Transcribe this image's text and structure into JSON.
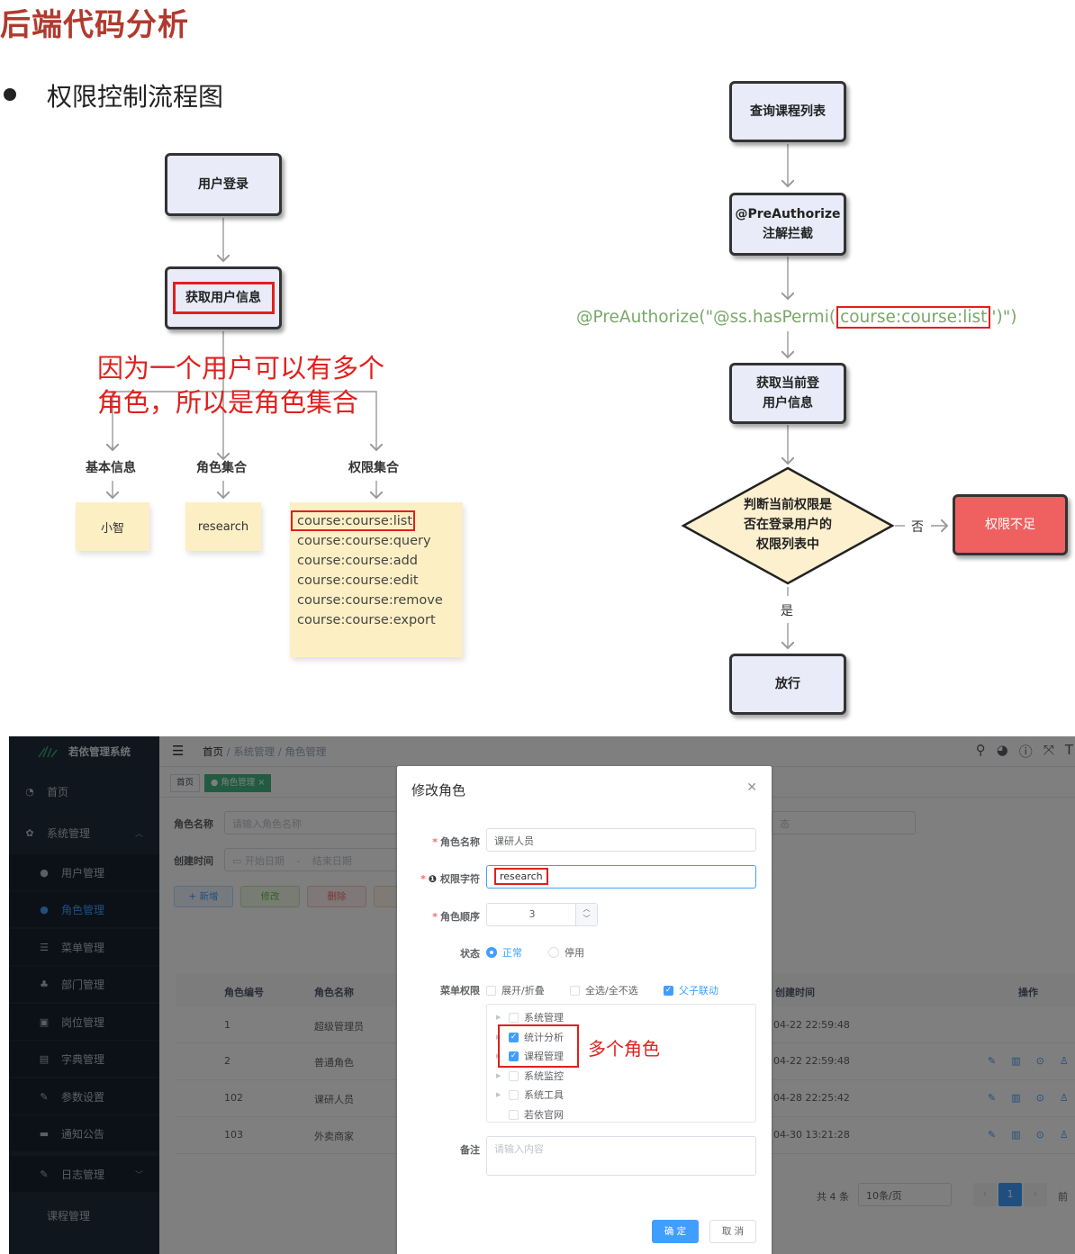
{
  "slide": {
    "title": "后端代码分析",
    "bullet": "权限控制流程图",
    "left_flow": {
      "login": "用户登录",
      "get_user_info": "获取用户信息",
      "annotation_line1": "因为一个用户可以有多个",
      "annotation_line2": "角色，所以是角色集合",
      "basic_info": "基本信息",
      "role_set": "角色集合",
      "perm_set": "权限集合",
      "user_name": "小智",
      "role_value": "research",
      "permissions": [
        "course:course:list",
        "course:course:query",
        "course:course:add",
        "course:course:edit",
        "course:course:remove",
        "course:course:export"
      ]
    },
    "right_flow": {
      "query_list": "查询课程列表",
      "pre_auth_line1": "@PreAuthorize",
      "pre_auth_line2": "注解拦截",
      "code_prefix": "@PreAuthorize(\"@ss.hasPermi(",
      "code_perm": "course:course:list",
      "code_suffix": "')\")",
      "get_current_line1": "获取当前登",
      "get_current_line2": "用户信息",
      "decision_line1": "判断当前权限是",
      "decision_line2": "否在登录用户的",
      "decision_line3": "权限列表中",
      "no_label": "否",
      "yes_label": "是",
      "denied": "权限不足",
      "allow": "放行"
    },
    "colors": {
      "title": "#b03a2e",
      "box_fill": "#e9ecf8",
      "note_fill": "#fdefc4",
      "highlight": "#e0201c",
      "code_text": "#79a86a",
      "diamond_fill": "#fdf0cf",
      "denied_fill": "#ef6161"
    }
  },
  "app": {
    "logo_text": "若依管理系统",
    "sidebar": {
      "items": [
        {
          "icon": "dashboard-icon",
          "label": "首页"
        },
        {
          "icon": "gear-icon",
          "label": "系统管理"
        },
        {
          "icon": "user-icon",
          "label": "用户管理"
        },
        {
          "icon": "peoples-icon",
          "label": "角色管理"
        },
        {
          "icon": "tree-table-icon",
          "label": "菜单管理"
        },
        {
          "icon": "tree-icon",
          "label": "部门管理"
        },
        {
          "icon": "post-icon",
          "label": "岗位管理"
        },
        {
          "icon": "dict-icon",
          "label": "字典管理"
        },
        {
          "icon": "edit-icon",
          "label": "参数设置"
        },
        {
          "icon": "message-icon",
          "label": "通知公告"
        },
        {
          "icon": "log-icon",
          "label": "日志管理"
        },
        {
          "icon": "",
          "label": "课程管理"
        }
      ]
    },
    "breadcrumb": {
      "home": "首页",
      "sep1": "/",
      "system": "系统管理",
      "sep2": "/",
      "current": "角色管理"
    },
    "tags": {
      "home": "首页",
      "role": "● 角色管理 ×"
    },
    "search": {
      "role_name_label": "角色名称",
      "role_name_placeholder": "请输入角色名称",
      "create_time_label": "创建时间",
      "start_placeholder": "开始日期",
      "range_sep": "-",
      "end_placeholder": "结束日期",
      "status_placeholder": "态"
    },
    "toolbar": {
      "add": "+ 新增",
      "edit": "修改",
      "delete": "删除"
    },
    "table": {
      "headers": {
        "id": "角色编号",
        "name": "角色名称",
        "created": "创建时间",
        "ops": "操作"
      },
      "rows": [
        {
          "id": "1",
          "name": "超级管理员",
          "created": "04-22 22:59:48"
        },
        {
          "id": "2",
          "name": "普通角色",
          "created": "04-22 22:59:48"
        },
        {
          "id": "102",
          "name": "课研人员",
          "created": "04-28 22:25:42"
        },
        {
          "id": "103",
          "name": "外卖商家",
          "created": "04-30 13:21:28"
        }
      ]
    },
    "pagination": {
      "total": "共 4 条",
      "page_size": "10条/页",
      "current_page": "1",
      "prev": "前"
    },
    "dialog": {
      "title": "修改角色",
      "role_name_label": "角色名称",
      "role_name_value": "课研人员",
      "perm_key_label": "权限字符",
      "perm_key_value": "research",
      "order_label": "角色顺序",
      "order_value": "3",
      "status_label": "状态",
      "status_normal": "正常",
      "status_disabled": "停用",
      "menu_perm_label": "菜单权限",
      "expand_collapse": "展开/折叠",
      "select_all": "全选/全不选",
      "linkage": "父子联动",
      "tree": [
        {
          "label": "系统管理",
          "checked": false
        },
        {
          "label": "统计分析",
          "checked": true
        },
        {
          "label": "课程管理",
          "checked": true
        },
        {
          "label": "系统监控",
          "checked": false
        },
        {
          "label": "系统工具",
          "checked": false
        },
        {
          "label": "若依官网",
          "checked": false
        }
      ],
      "annotation": "多个角色",
      "remark_label": "备注",
      "remark_placeholder": "请输入内容",
      "confirm": "确 定",
      "cancel": "取 消"
    }
  }
}
